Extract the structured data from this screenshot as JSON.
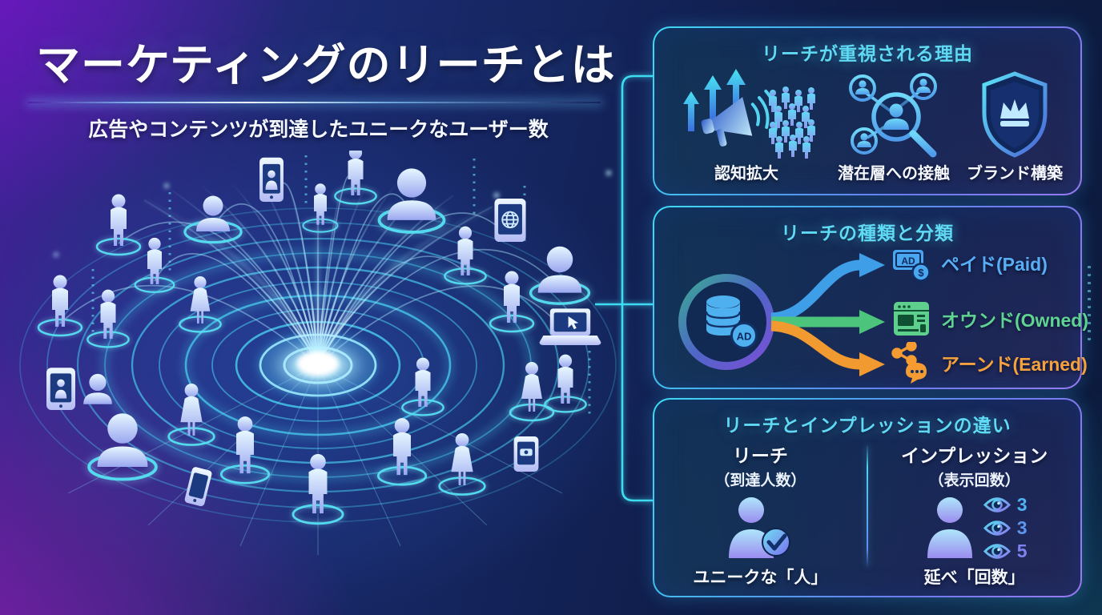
{
  "header": {
    "title": "マーケティングのリーチとは",
    "subtitle": "広告やコンテンツが到達したユニークなユーザー数"
  },
  "panels": {
    "reasons": {
      "title": "リーチが重視される理由",
      "items": [
        {
          "icon": "megaphone-crowd-icon",
          "label": "認知拡大"
        },
        {
          "icon": "magnifier-people-icon",
          "label": "潜在層への接触"
        },
        {
          "icon": "shield-crown-icon",
          "label": "ブランド構築"
        }
      ]
    },
    "types": {
      "title": "リーチの種類と分類",
      "source": {
        "icon": "ad-database-icon",
        "badge": "AD"
      },
      "branches": [
        {
          "icon": "paid-ad-icon",
          "label": "ペイド(Paid)",
          "color": "#58aef5",
          "banner_text": "AD",
          "coin_text": "$"
        },
        {
          "icon": "owned-media-icon",
          "label": "オウンド(Owned)",
          "color": "#5fd392"
        },
        {
          "icon": "earned-share-icon",
          "label": "アーンド(Earned)",
          "color": "#f5a13d"
        }
      ]
    },
    "difference": {
      "title": "リーチとインプレッションの違い",
      "reach": {
        "name": "リーチ",
        "sub": "（到達人数）",
        "icon": "person-check-icon",
        "caption": "ユニークな「人」"
      },
      "impressions": {
        "name": "インプレッション",
        "sub": "（表示回数）",
        "icon": "person-eyes-icon",
        "counts": [
          "3",
          "3",
          "5"
        ],
        "caption": "延べ「回数」"
      }
    }
  },
  "illustration": {
    "description": "radial-reach-network",
    "node_icons": [
      "person-icon",
      "female-person-icon",
      "person-bust-icon",
      "smartphone-icon",
      "smartphone-contact-icon",
      "tablet-globe-icon",
      "tablet-contact-icon",
      "tablet-ad-icon",
      "laptop-cursor-icon"
    ]
  },
  "colors": {
    "background_navy": "#0d1b3e",
    "background_purple": "#5a18a0",
    "accent_cyan": "#45d9f0",
    "border_violet": "#8b7bf2",
    "paid_blue": "#4fa3ee",
    "owned_green": "#58cd87",
    "earned_orange": "#f39d33",
    "count_blue": "#5d9ef0"
  }
}
